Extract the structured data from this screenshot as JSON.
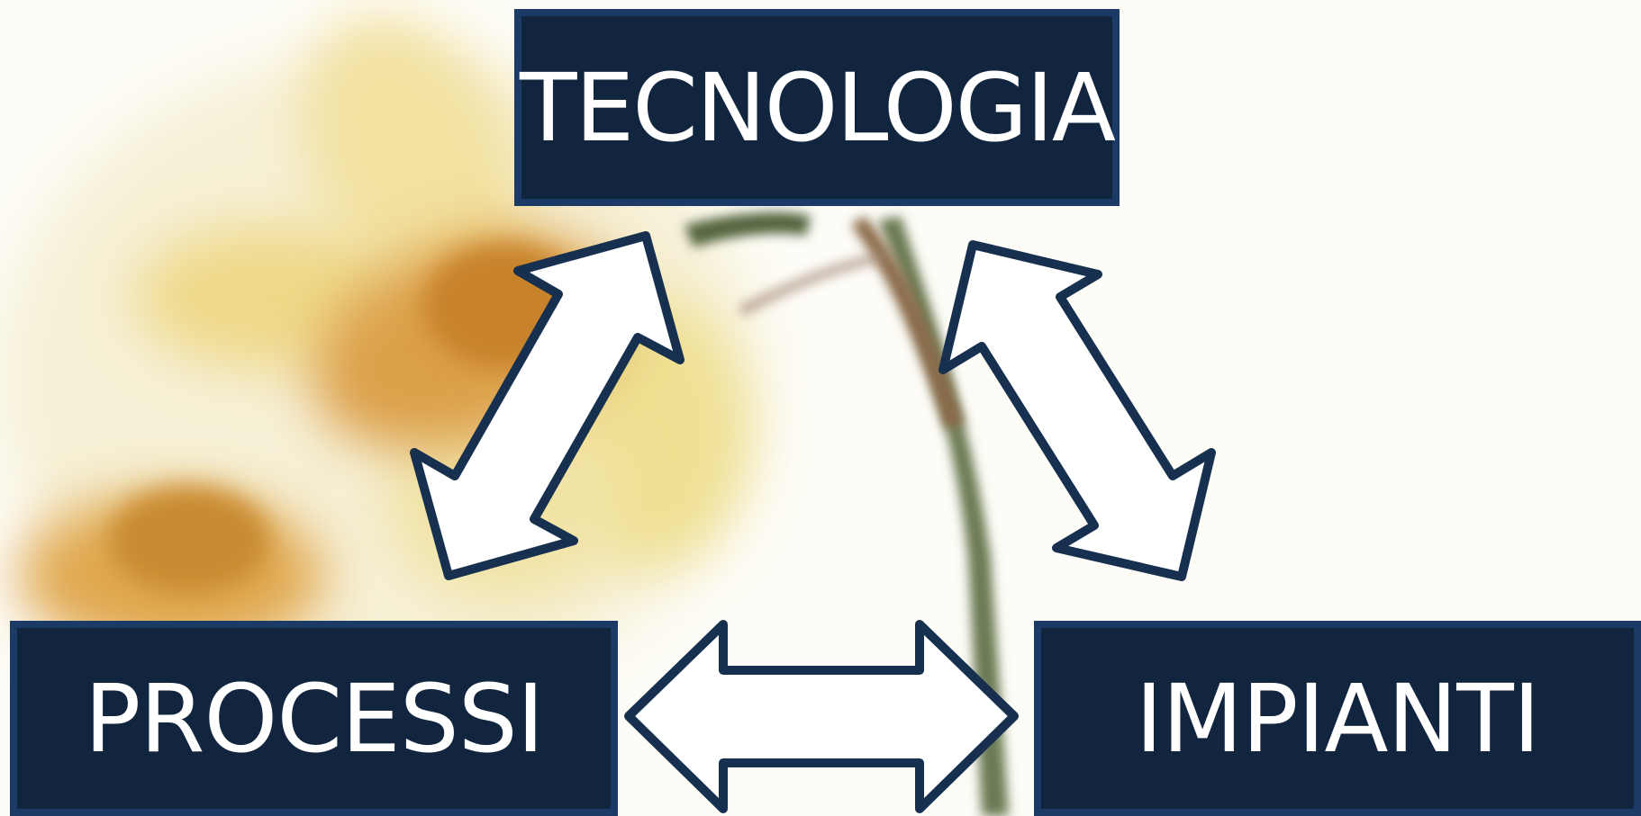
{
  "diagram": {
    "nodes": {
      "tecnologia": "TECNOLOGIA",
      "processi": "PROCESSI",
      "impianti": "IMPIANTI"
    },
    "edges": [
      {
        "from": "tecnologia",
        "to": "processi",
        "type": "bidirectional"
      },
      {
        "from": "tecnologia",
        "to": "impianti",
        "type": "bidirectional"
      },
      {
        "from": "processi",
        "to": "impianti",
        "type": "bidirectional"
      }
    ]
  },
  "colors": {
    "box_fill": "#12253f",
    "box_border": "#1c3a66",
    "text": "#ffffff",
    "arrow_fill": "#ffffff",
    "arrow_stroke": "#17304f"
  },
  "background": {
    "description_icon": "daffodil-photo-background"
  }
}
